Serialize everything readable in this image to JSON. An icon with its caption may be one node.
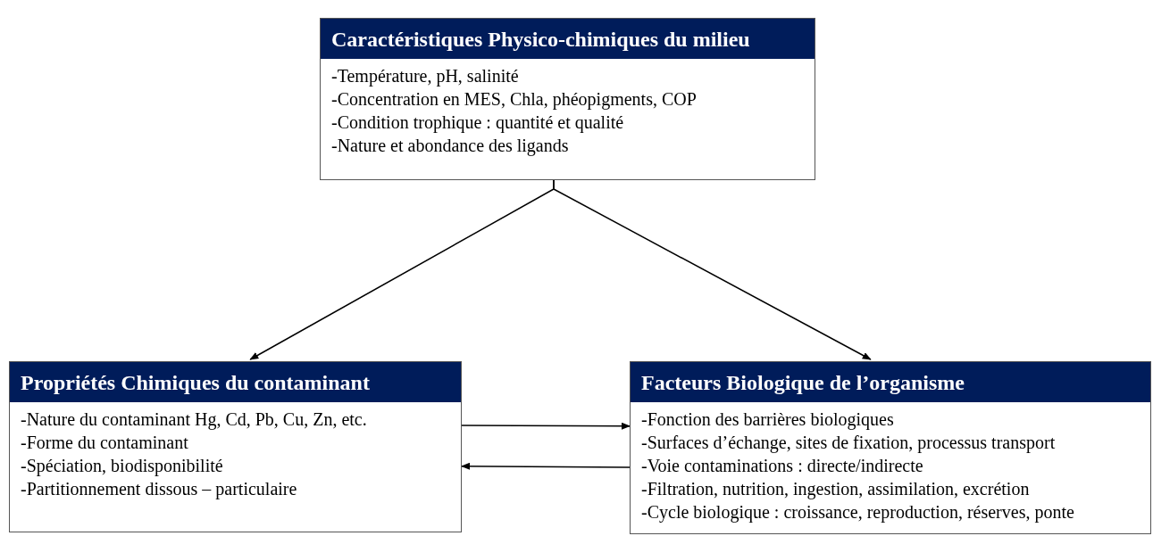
{
  "diagram": {
    "nodes": [
      {
        "text": [
          "Caractéristiques Physico-chimiques du milieu",
          "-Température, pH, salinité",
          "-Concentration en MES, Chla, phéopigments, COP",
          "-Condition trophique : quantité et qualité",
          "-Nature et abondance des ligands"
        ]
      },
      {
        "text": [
          "Propriétés Chimiques du contaminant",
          "-Nature du contaminant Hg, Cd, Pb, Cu, Zn, etc.",
          "-Forme du contaminant",
          "-Spéciation, biodisponibilité",
          "-Partitionnement dissous – particulaire"
        ]
      },
      {
        "text": [
          "Facteurs Biologique de l’organisme",
          "-Fonction des barrières biologiques",
          "-Surfaces d’échange, sites de fixation, processus transport",
          "-Voie contaminations : directe/indirecte",
          "-Filtration, nutrition, ingestion, assimilation, excrétion",
          "-Cycle biologique : croissance, reproduction, réserves, ponte"
        ]
      }
    ],
    "edges": [
      {
        "from": 0,
        "to": 1,
        "arrow": "to"
      },
      {
        "from": 0,
        "to": 2,
        "arrow": "to"
      },
      {
        "from": 1,
        "to": 2,
        "arrow": "to"
      },
      {
        "from": 2,
        "to": 1,
        "arrow": "to"
      }
    ]
  }
}
